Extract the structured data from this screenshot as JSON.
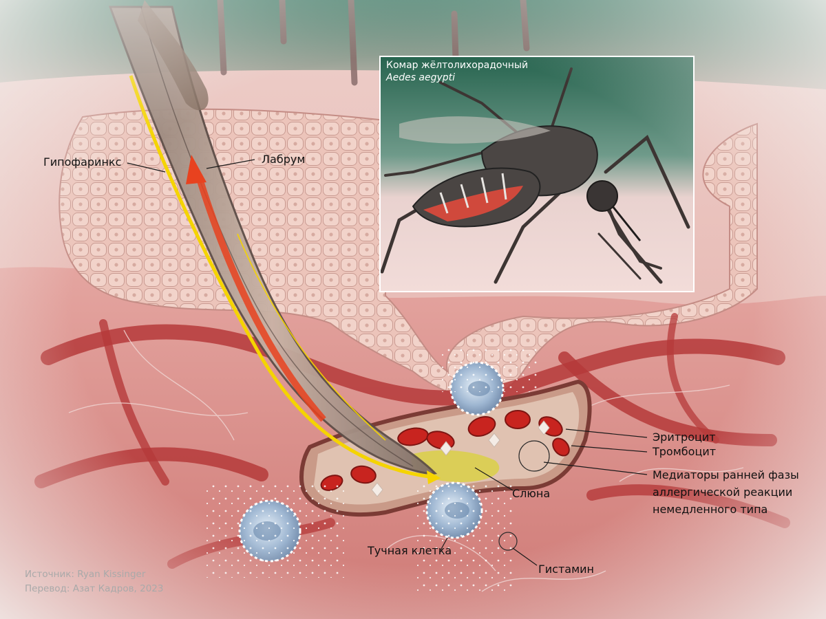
{
  "inset": {
    "title": "Комар жёлтолихорадочный",
    "latin": "Aedes aegypti"
  },
  "labels": {
    "hypopharynx": "Гипофаринкс",
    "labrum": "Лабрум",
    "erythrocyte": "Эритроцит",
    "platelet": "Тромбоцит",
    "mediators_1": "Медиаторы ранней фазы",
    "mediators_2": "аллергической реакции",
    "mediators_3": "немедленного типа",
    "saliva": "Слюна",
    "mast_cell": "Тучная клетка",
    "histamine": "Гистамин"
  },
  "credits": {
    "source": "Источник: Ryan Kissinger",
    "translation": "Перевод: Азат Кадров, 2023"
  },
  "colors": {
    "skin": "#ecc2bd",
    "epidermis": "#e8c3b8",
    "dermis": "#d98b86",
    "vessel": "#b53a3a",
    "blood_cell": "#c8241f",
    "mast_cell": "#b9cde0",
    "saliva": "#d9d23a",
    "inset_background": "#2f6f5a",
    "hypopharynx_arrow": "#f5d400",
    "labrum_arrow": "#e8421f"
  }
}
